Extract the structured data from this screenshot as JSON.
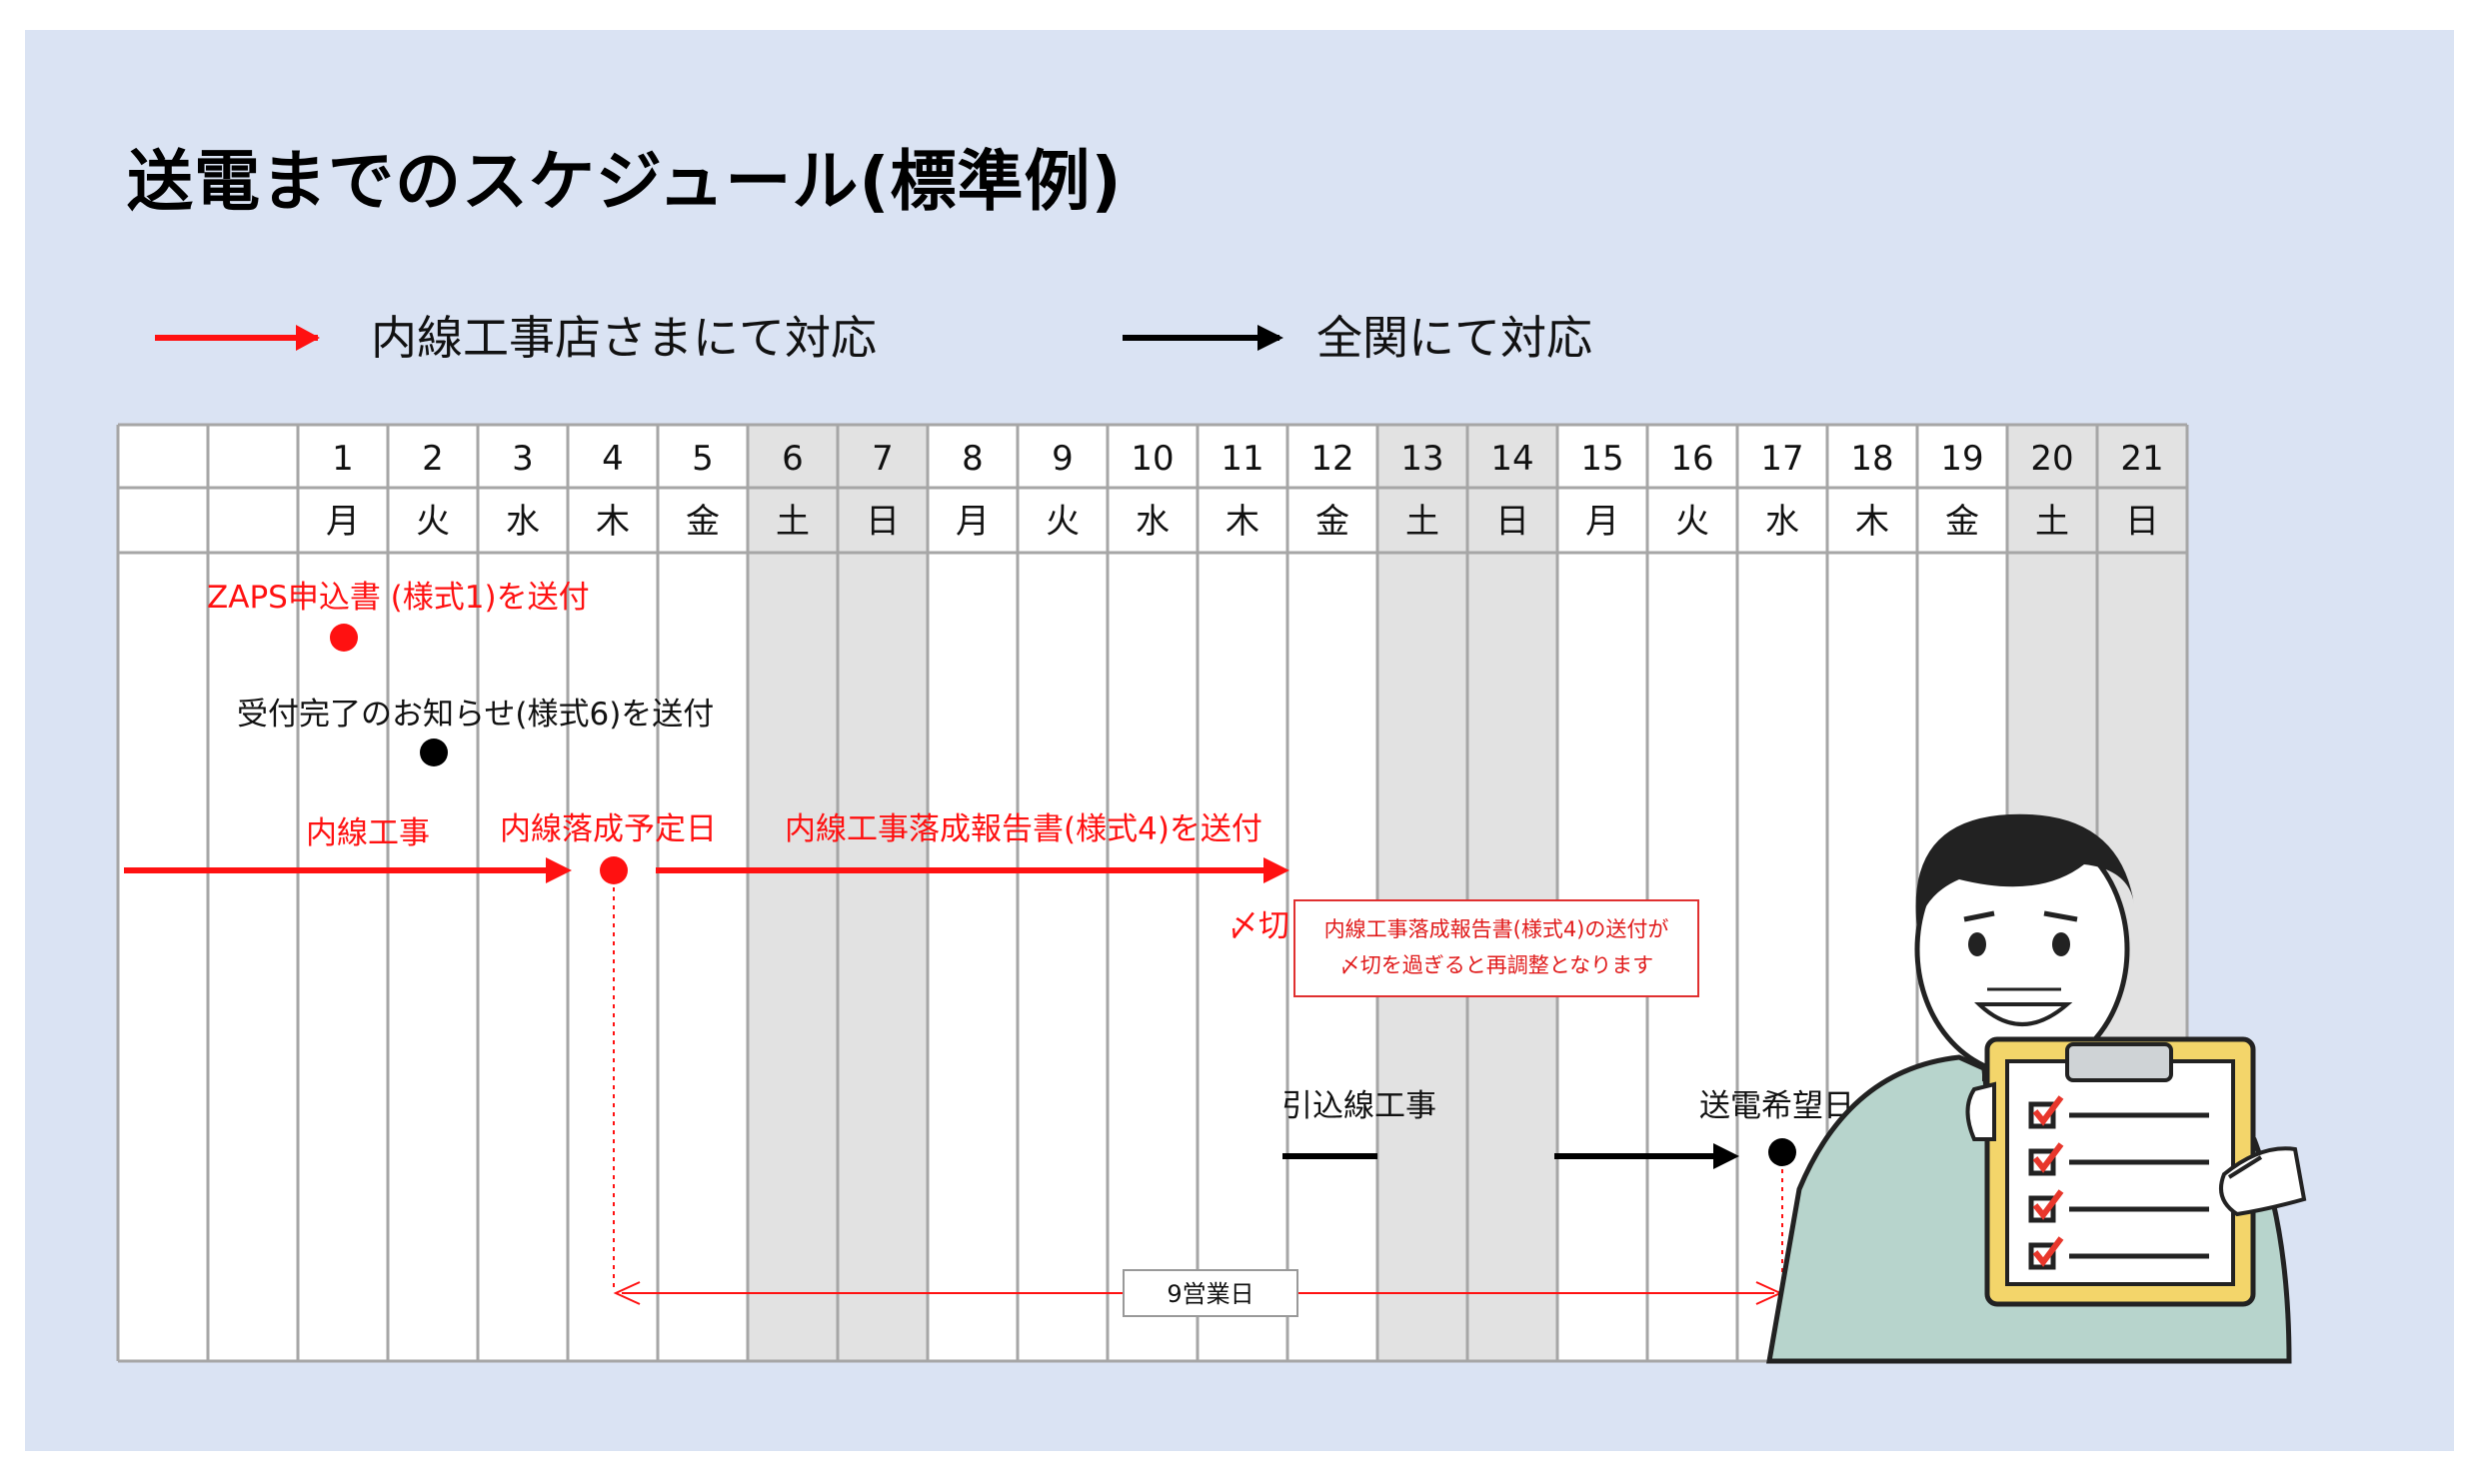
{
  "title": "送電までのスケジュール(標準例)",
  "legend": [
    {
      "label": "内線工事店さまにて対応",
      "color": "#ff1111"
    },
    {
      "label": "全関にて対応",
      "color": "#000000"
    }
  ],
  "calendar": {
    "days": [
      "1",
      "2",
      "3",
      "4",
      "5",
      "6",
      "7",
      "8",
      "9",
      "10",
      "11",
      "12",
      "13",
      "14",
      "15",
      "16",
      "17",
      "18",
      "19",
      "20",
      "21"
    ],
    "weekdays": [
      "月",
      "火",
      "水",
      "木",
      "金",
      "土",
      "日",
      "月",
      "火",
      "水",
      "木",
      "金",
      "土",
      "日",
      "月",
      "火",
      "水",
      "木",
      "金",
      "土",
      "日"
    ],
    "weekend_day_numbers": [
      "6",
      "7",
      "13",
      "14",
      "20",
      "21"
    ],
    "colors": {
      "weekend_fill": "#e2e2e2",
      "grid_line": "#a6a6a6"
    }
  },
  "events": {
    "zaps": "ZAPS申込書 (様式1)を送付",
    "receipt": "受付完了のお知らせ(様式6)を送付",
    "wiring": "内線工事",
    "completion_date": "内線落成予定日",
    "report": "内線工事落成報告書(様式4)を送付",
    "deadline": "〆切",
    "drop_wire": "引込線工事",
    "desired_date": "送電希望日",
    "business_days": "9営業日"
  },
  "note": {
    "line1": "内線工事落成報告書(様式4)の送付が",
    "line2": "〆切を過ぎると再調整となります"
  },
  "illustration": {
    "icon": "businessman-with-checklist-icon"
  }
}
